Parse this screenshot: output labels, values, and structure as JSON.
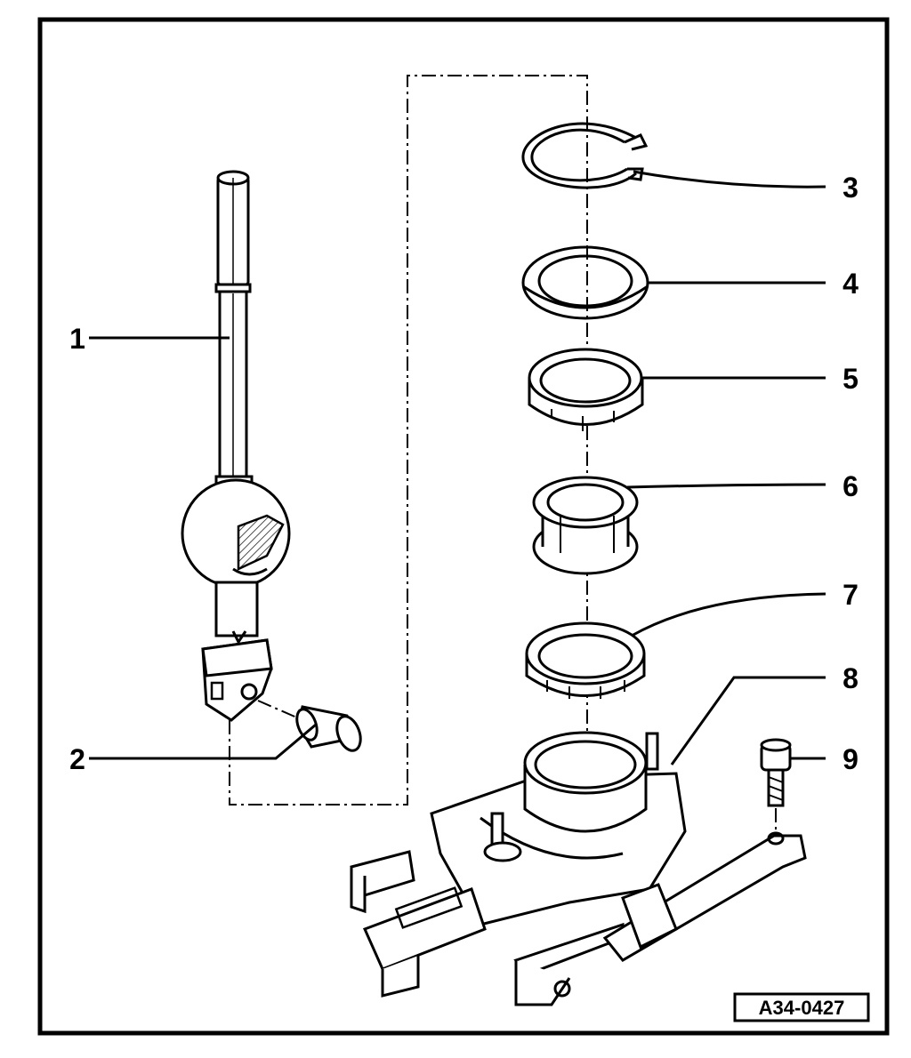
{
  "figure": {
    "reference_code": "A34-0427"
  },
  "callouts": [
    {
      "number": "1",
      "part": "shift-lever"
    },
    {
      "number": "2",
      "part": "bushing"
    },
    {
      "number": "3",
      "part": "circlip"
    },
    {
      "number": "4",
      "part": "washer"
    },
    {
      "number": "5",
      "part": "ring"
    },
    {
      "number": "6",
      "part": "bearing-shell"
    },
    {
      "number": "7",
      "part": "ring"
    },
    {
      "number": "8",
      "part": "lever-housing"
    },
    {
      "number": "9",
      "part": "bolt"
    }
  ]
}
